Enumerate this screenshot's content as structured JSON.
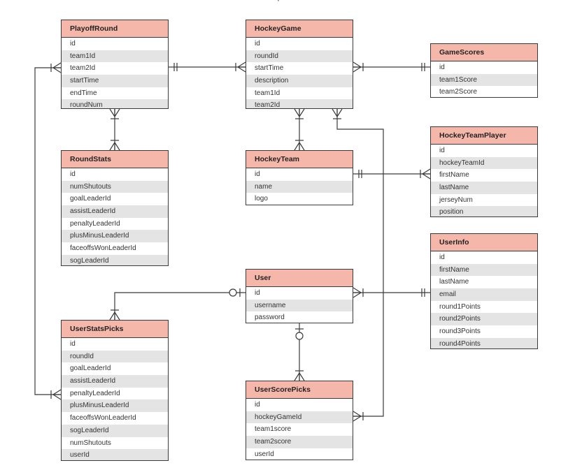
{
  "page_heading": "p",
  "entities": {
    "playoff_round": {
      "title": "PlayoffRound",
      "fields": [
        "id",
        "team1Id",
        "team2Id",
        "startTime",
        "endTime",
        "roundNum"
      ]
    },
    "hockey_game": {
      "title": "HockeyGame",
      "fields": [
        "id",
        "roundId",
        "startTime",
        "description",
        "team1Id",
        "team2Id"
      ]
    },
    "game_scores": {
      "title": "GameScores",
      "fields": [
        "id",
        "team1Score",
        "team2Score"
      ]
    },
    "round_stats": {
      "title": "RoundStats",
      "fields": [
        "id",
        "numShutouts",
        "goalLeaderId",
        "assistLeaderId",
        "penaltyLeaderId",
        "plusMinusLeaderId",
        "faceoffsWonLeaderId",
        "sogLeaderId"
      ]
    },
    "hockey_team": {
      "title": "HockeyTeam",
      "fields": [
        "id",
        "name",
        "logo"
      ]
    },
    "hockey_team_player": {
      "title": "HockeyTeamPlayer",
      "fields": [
        "id",
        "hockeyTeamId",
        "firstName",
        "lastName",
        "jerseyNum",
        "position"
      ]
    },
    "user_info": {
      "title": "UserInfo",
      "fields": [
        "id",
        "firstName",
        "lastName",
        "email",
        "round1Points",
        "round2Points",
        "round3Points",
        "round4Points"
      ]
    },
    "user": {
      "title": "User",
      "fields": [
        "id",
        "username",
        "password"
      ]
    },
    "user_stats_picks": {
      "title": "UserStatsPicks",
      "fields": [
        "id",
        "roundId",
        "goalLeaderId",
        "assistLeaderId",
        "penaltyLeaderId",
        "plusMinusLeaderId",
        "faceoffsWonLeaderId",
        "sogLeaderId",
        "numShutouts",
        "userId"
      ]
    },
    "user_score_picks": {
      "title": "UserScorePicks",
      "fields": [
        "id",
        "hockeyGameId",
        "team1score",
        "team2score",
        "userId"
      ]
    }
  },
  "relationships": [
    {
      "from": "playoff_round",
      "to": "hockey_game",
      "from_end": "one",
      "to_end": "many"
    },
    {
      "from": "hockey_game",
      "to": "game_scores",
      "from_end": "many",
      "to_end": "one"
    },
    {
      "from": "playoff_round",
      "to": "round_stats",
      "from_end": "many",
      "to_end": "many"
    },
    {
      "from": "hockey_game",
      "to": "hockey_team",
      "from_end": "many",
      "to_end": "many"
    },
    {
      "from": "hockey_team",
      "to": "hockey_team_player",
      "from_end": "one",
      "to_end": "many"
    },
    {
      "from": "user",
      "to": "user_info",
      "from_end": "many",
      "to_end": "one"
    },
    {
      "from": "user",
      "to": "user_stats_picks",
      "from_end": "zero-or-one",
      "to_end": "many"
    },
    {
      "from": "user",
      "to": "user_score_picks",
      "from_end": "zero-or-one",
      "to_end": "many"
    },
    {
      "from": "hockey_game",
      "to": "user_score_picks",
      "from_end": "many",
      "to_end": "many"
    },
    {
      "from": "playoff_round",
      "to": "user_stats_picks",
      "from_end": "many",
      "to_end": "many"
    }
  ]
}
